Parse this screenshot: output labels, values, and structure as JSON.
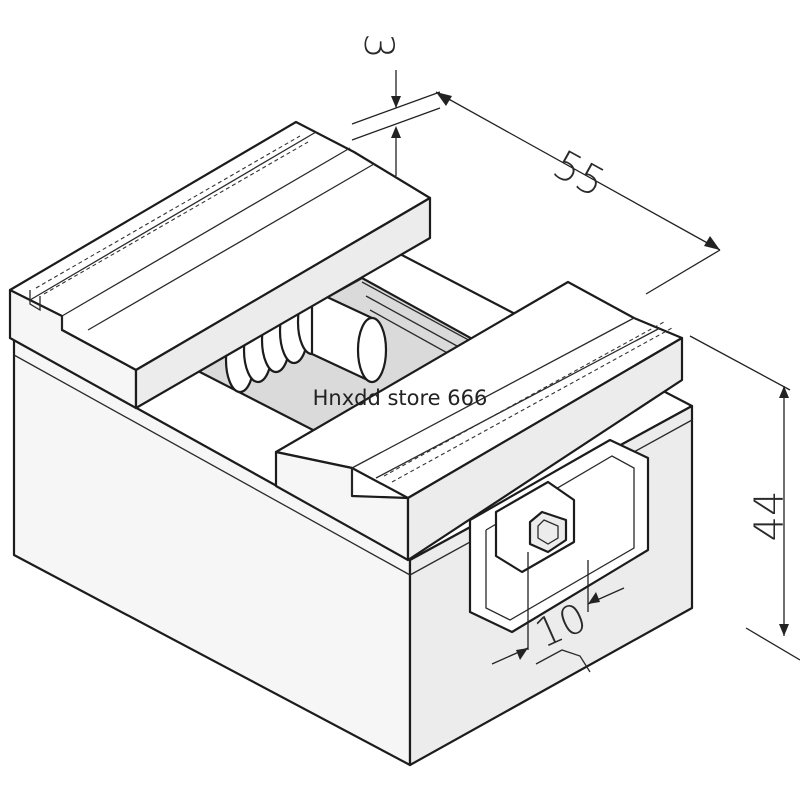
{
  "watermark": "Hnxdd store 666",
  "dimensions": {
    "jaw_gap": "3",
    "width": "55",
    "height": "44",
    "hex_size": "10"
  },
  "colors": {
    "line": "#1c1c1c",
    "background": "#ffffff",
    "shade": "#dadada"
  }
}
